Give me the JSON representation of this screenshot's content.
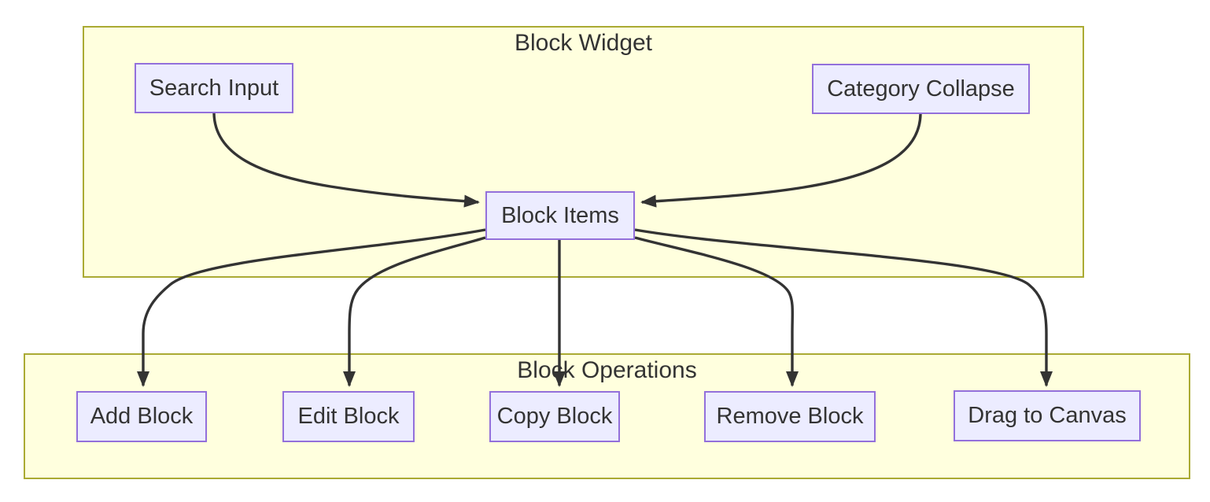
{
  "diagram": {
    "clusters": [
      {
        "id": "block-widget",
        "label": "Block Widget",
        "nodes": [
          {
            "id": "search-input",
            "label": "Search Input"
          },
          {
            "id": "category-collapse",
            "label": "Category Collapse"
          },
          {
            "id": "block-items",
            "label": "Block Items"
          }
        ]
      },
      {
        "id": "block-operations",
        "label": "Block Operations",
        "nodes": [
          {
            "id": "add-block",
            "label": "Add Block"
          },
          {
            "id": "edit-block",
            "label": "Edit Block"
          },
          {
            "id": "copy-block",
            "label": "Copy Block"
          },
          {
            "id": "remove-block",
            "label": "Remove Block"
          },
          {
            "id": "drag-to-canvas",
            "label": "Drag to Canvas"
          }
        ]
      }
    ],
    "edges": [
      {
        "from": "Search Input",
        "to": "Block Items"
      },
      {
        "from": "Category Collapse",
        "to": "Block Items"
      },
      {
        "from": "Block Items",
        "to": "Add Block"
      },
      {
        "from": "Block Items",
        "to": "Edit Block"
      },
      {
        "from": "Block Items",
        "to": "Copy Block"
      },
      {
        "from": "Block Items",
        "to": "Remove Block"
      },
      {
        "from": "Block Items",
        "to": "Drag to Canvas"
      }
    ]
  },
  "colors": {
    "node-fill": "#ECECFF",
    "node-border": "#9370DB",
    "cluster-fill": "#FFFFDE",
    "cluster-border": "#AAAA33",
    "edge-color": "#333333",
    "text-color": "#333333",
    "bg-color": "#FFFFFF"
  }
}
